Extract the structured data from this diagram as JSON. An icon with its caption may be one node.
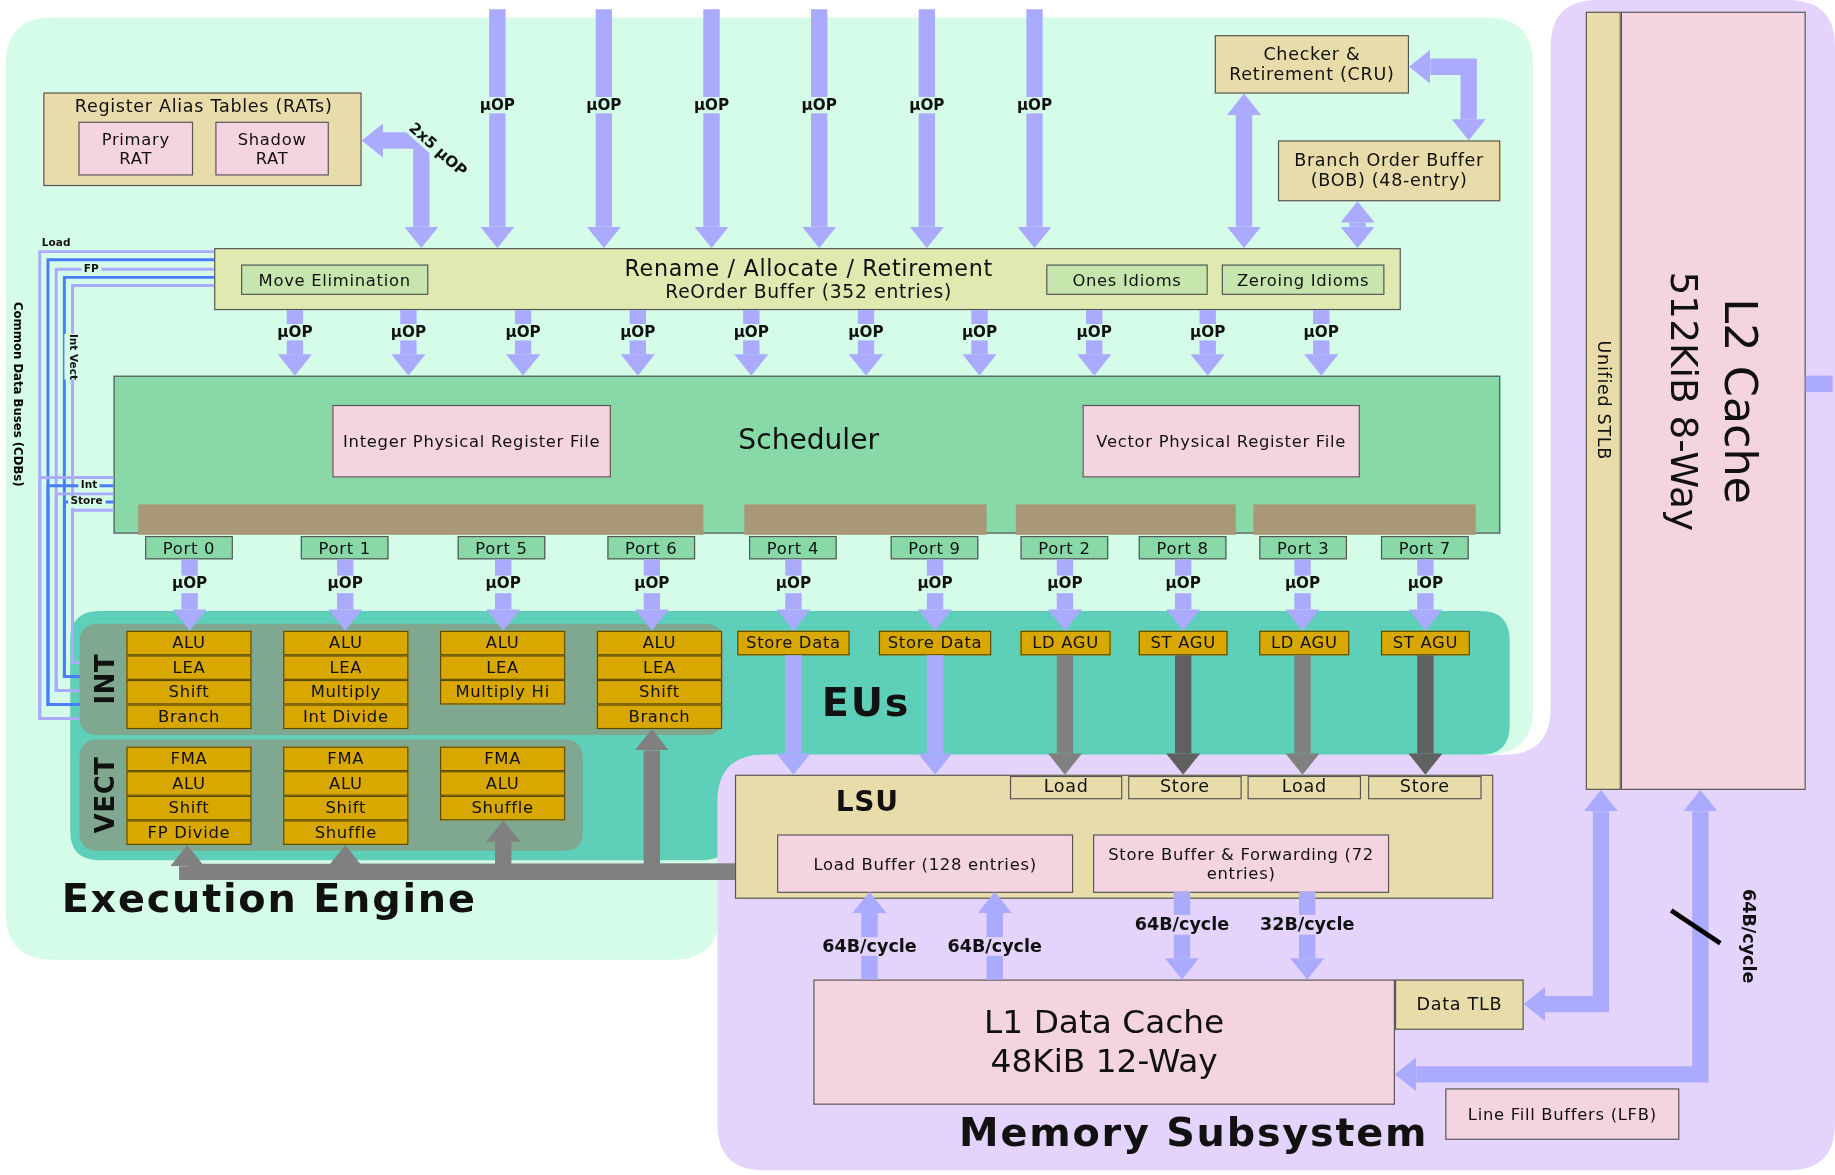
{
  "diagram": {
    "nodes": [
      {
        "text": [
          "Execution Engine"
        ]
      },
      {
        "text": [
          "Register Alias Tables (RATs)"
        ],
        "in": 0
      },
      {
        "text": [
          "Primary RAT"
        ],
        "in": 1
      },
      {
        "text": [
          "Shadow RAT"
        ],
        "in": 1
      },
      {
        "text": [
          "Checker & Retirement (CRU)"
        ],
        "in": 0
      },
      {
        "text": [
          "Branch Order Buffer (BOB) (48-entry)"
        ],
        "in": 0
      },
      {
        "text": [
          "Rename / Allocate / Retirement",
          "ReOrder Buffer (352 entries)"
        ],
        "in": 0
      },
      {
        "text": [
          "Move Elimination"
        ],
        "in": 6
      },
      {
        "text": [
          "Ones Idioms"
        ],
        "in": 6
      },
      {
        "text": [
          "Zeroing Idioms"
        ],
        "in": 6
      },
      {
        "text": [
          "Scheduler"
        ],
        "in": 0
      },
      {
        "text": [
          "Integer Physical Register File"
        ],
        "in": 10
      },
      {
        "text": [
          "Vector Physical Register File"
        ],
        "in": 10
      },
      {
        "text": [
          "Port 0"
        ],
        "in": 0
      },
      {
        "text": [
          "Port 1"
        ],
        "in": 0
      },
      {
        "text": [
          "Port 5"
        ],
        "in": 0
      },
      {
        "text": [
          "Port 6"
        ],
        "in": 0
      },
      {
        "text": [
          "Port 4"
        ],
        "in": 0
      },
      {
        "text": [
          "Port 9"
        ],
        "in": 0
      },
      {
        "text": [
          "Port 2"
        ],
        "in": 0
      },
      {
        "text": [
          "Port 8"
        ],
        "in": 0
      },
      {
        "text": [
          "Port 3"
        ],
        "in": 0
      },
      {
        "text": [
          "Port 7"
        ],
        "in": 0
      },
      {
        "text": [
          "EUs"
        ],
        "in": 0
      },
      {
        "text": [
          "INT"
        ],
        "in": 23
      },
      {
        "text": [
          "ALU"
        ],
        "in": 24
      },
      {
        "text": [
          "LEA"
        ],
        "in": 24
      },
      {
        "text": [
          "Shift"
        ],
        "in": 24
      },
      {
        "text": [
          "Branch"
        ],
        "in": 24
      },
      {
        "text": [
          "ALU"
        ],
        "in": 24
      },
      {
        "text": [
          "LEA"
        ],
        "in": 24
      },
      {
        "text": [
          "Multiply"
        ],
        "in": 24
      },
      {
        "text": [
          "Int Divide"
        ],
        "in": 24
      },
      {
        "text": [
          "ALU"
        ],
        "in": 24
      },
      {
        "text": [
          "LEA"
        ],
        "in": 24
      },
      {
        "text": [
          "Multiply Hi"
        ],
        "in": 24
      },
      {
        "text": [
          "ALU"
        ],
        "in": 24
      },
      {
        "text": [
          "LEA"
        ],
        "in": 24
      },
      {
        "text": [
          "Shift"
        ],
        "in": 24
      },
      {
        "text": [
          "Branch"
        ],
        "in": 24
      },
      {
        "text": [
          "VECT"
        ],
        "in": 23
      },
      {
        "text": [
          "FMA"
        ],
        "in": 40
      },
      {
        "text": [
          "ALU"
        ],
        "in": 40
      },
      {
        "text": [
          "Shift"
        ],
        "in": 40
      },
      {
        "text": [
          "FP Divide"
        ],
        "in": 40
      },
      {
        "text": [
          "FMA"
        ],
        "in": 40
      },
      {
        "text": [
          "ALU"
        ],
        "in": 40
      },
      {
        "text": [
          "Shift"
        ],
        "in": 40
      },
      {
        "text": [
          "Shuffle"
        ],
        "in": 40
      },
      {
        "text": [
          "FMA"
        ],
        "in": 40
      },
      {
        "text": [
          "ALU"
        ],
        "in": 40
      },
      {
        "text": [
          "Shuffle"
        ],
        "in": 40
      },
      {
        "text": [
          "Store Data"
        ],
        "in": 23
      },
      {
        "text": [
          "Store Data"
        ],
        "in": 23
      },
      {
        "text": [
          "LD AGU"
        ],
        "in": 23
      },
      {
        "text": [
          "ST AGU"
        ],
        "in": 23
      },
      {
        "text": [
          "LD AGU"
        ],
        "in": 23
      },
      {
        "text": [
          "ST AGU"
        ],
        "in": 23
      },
      {
        "text": [
          "Memory Subsystem"
        ]
      },
      {
        "text": [
          "LSU"
        ],
        "in": 58
      },
      {
        "text": [
          "Load"
        ],
        "in": 59
      },
      {
        "text": [
          "Store"
        ],
        "in": 59
      },
      {
        "text": [
          "Load"
        ],
        "in": 59
      },
      {
        "text": [
          "Store"
        ],
        "in": 59
      },
      {
        "text": [
          "Load Buffer (128 entries)"
        ],
        "in": 59
      },
      {
        "text": [
          "Store Buffer & Forwarding (72 entries)"
        ],
        "in": 59
      },
      {
        "text": [
          "L1 Data Cache",
          "48KiB 12-Way"
        ],
        "in": 58
      },
      {
        "text": [
          "Data TLB"
        ],
        "in": 58
      },
      {
        "text": [
          "Line Fill Buffers (LFB)"
        ],
        "in": 58
      },
      {
        "text": [
          "Unified STLB"
        ],
        "in": 58
      },
      {
        "text": [
          "L2 Cache",
          "512KiB 8-Way"
        ],
        "in": 58
      },
      {
        "text": [],
        "shape": "bar",
        "in": 10
      },
      {
        "text": [],
        "shape": "bar",
        "in": 10
      },
      {
        "text": [],
        "shape": "bar",
        "in": 10
      },
      {
        "text": [],
        "shape": "bar",
        "in": 10
      }
    ],
    "edges": [
      {
        "from": 1,
        "to": 6,
        "arrow": "both",
        "label": "2x5 μOP"
      },
      {
        "from": null,
        "to": 6,
        "arrow": "to",
        "label": "μOP"
      },
      {
        "from": null,
        "to": 6,
        "arrow": "to",
        "label": "μOP"
      },
      {
        "from": null,
        "to": 6,
        "arrow": "to",
        "label": "μOP"
      },
      {
        "from": null,
        "to": 6,
        "arrow": "to",
        "label": "μOP"
      },
      {
        "from": null,
        "to": 6,
        "arrow": "to",
        "label": "μOP"
      },
      {
        "from": null,
        "to": 6,
        "arrow": "to",
        "label": "μOP"
      },
      {
        "from": 4,
        "to": 6,
        "arrow": "both"
      },
      {
        "from": 4,
        "to": 5,
        "arrow": "both"
      },
      {
        "from": 5,
        "to": 6,
        "arrow": "both"
      },
      {
        "from": 6,
        "to": 10,
        "arrow": "to",
        "label": "μOP"
      },
      {
        "from": 6,
        "to": 10,
        "arrow": "to",
        "label": "μOP"
      },
      {
        "from": 6,
        "to": 10,
        "arrow": "to",
        "label": "μOP"
      },
      {
        "from": 6,
        "to": 10,
        "arrow": "to",
        "label": "μOP"
      },
      {
        "from": 6,
        "to": 10,
        "arrow": "to",
        "label": "μOP"
      },
      {
        "from": 6,
        "to": 10,
        "arrow": "to",
        "label": "μOP"
      },
      {
        "from": 6,
        "to": 10,
        "arrow": "to",
        "label": "μOP"
      },
      {
        "from": 6,
        "to": 10,
        "arrow": "to",
        "label": "μOP"
      },
      {
        "from": 6,
        "to": 10,
        "arrow": "to",
        "label": "μOP"
      },
      {
        "from": 6,
        "to": 10,
        "arrow": "to",
        "label": "μOP"
      },
      {
        "from": 13,
        "to": 25,
        "arrow": "to",
        "label": "μOP"
      },
      {
        "from": 14,
        "to": 29,
        "arrow": "to",
        "label": "μOP"
      },
      {
        "from": 15,
        "to": 33,
        "arrow": "to",
        "label": "μOP"
      },
      {
        "from": 16,
        "to": 36,
        "arrow": "to",
        "label": "μOP"
      },
      {
        "from": 17,
        "to": 52,
        "arrow": "to",
        "label": "μOP"
      },
      {
        "from": 18,
        "to": 53,
        "arrow": "to",
        "label": "μOP"
      },
      {
        "from": 19,
        "to": 54,
        "arrow": "to",
        "label": "μOP"
      },
      {
        "from": 20,
        "to": 55,
        "arrow": "to",
        "label": "μOP"
      },
      {
        "from": 21,
        "to": 56,
        "arrow": "to",
        "label": "μOP"
      },
      {
        "from": 22,
        "to": 57,
        "arrow": "to",
        "label": "μOP"
      },
      {
        "from": 52,
        "to": 59,
        "arrow": "to"
      },
      {
        "from": 53,
        "to": 59,
        "arrow": "to"
      },
      {
        "from": 54,
        "to": 60,
        "arrow": "to",
        "color": "#808080"
      },
      {
        "from": 55,
        "to": 61,
        "arrow": "to",
        "color": "#606060"
      },
      {
        "from": 56,
        "to": 62,
        "arrow": "to",
        "color": "#808080"
      },
      {
        "from": 57,
        "to": 63,
        "arrow": "to",
        "color": "#606060"
      },
      {
        "from": 59,
        "to": 44,
        "arrow": "to",
        "color": "#808080"
      },
      {
        "from": 59,
        "to": 48,
        "arrow": "to",
        "color": "#808080"
      },
      {
        "from": 59,
        "to": 51,
        "arrow": "to",
        "color": "#808080"
      },
      {
        "from": 59,
        "to": 39,
        "arrow": "to",
        "color": "#808080"
      },
      {
        "from": 66,
        "to": 64,
        "arrow": "to",
        "label": "64B/cycle"
      },
      {
        "from": 66,
        "to": 64,
        "arrow": "to",
        "label": "64B/cycle"
      },
      {
        "from": 65,
        "to": 66,
        "arrow": "to",
        "label": "64B/cycle"
      },
      {
        "from": 65,
        "to": 66,
        "arrow": "to",
        "label": "32B/cycle"
      },
      {
        "from": 69,
        "to": 67,
        "arrow": "both"
      },
      {
        "from": 70,
        "to": 66,
        "arrow": "both",
        "label": "64B/cycle"
      },
      {
        "from": 70,
        "to": null,
        "arrow": "none"
      },
      {
        "from": 24,
        "to": 6,
        "arrow": "none",
        "label": "Load"
      },
      {
        "from": 24,
        "to": 6,
        "arrow": "none",
        "color": "#4a7cff"
      },
      {
        "from": 24,
        "to": 6,
        "arrow": "none",
        "label": "FP"
      },
      {
        "from": 24,
        "to": 6,
        "arrow": "none",
        "color": "#4a7cff"
      },
      {
        "from": 24,
        "to": 6,
        "arrow": "none",
        "label": "Int Vect"
      },
      {
        "from": 24,
        "to": 10,
        "arrow": "none"
      },
      {
        "from": 24,
        "to": 10,
        "arrow": "none",
        "label": "Int",
        "color": "#4a7cff"
      },
      {
        "from": 24,
        "to": 10,
        "arrow": "none"
      },
      {
        "from": 24,
        "to": 10,
        "arrow": "none",
        "label": "Store",
        "color": "#4a7cff"
      },
      {
        "from": 24,
        "to": 10,
        "arrow": "none"
      }
    ],
    "labels": [
      "Common Data Buses (CDBs)"
    ]
  }
}
